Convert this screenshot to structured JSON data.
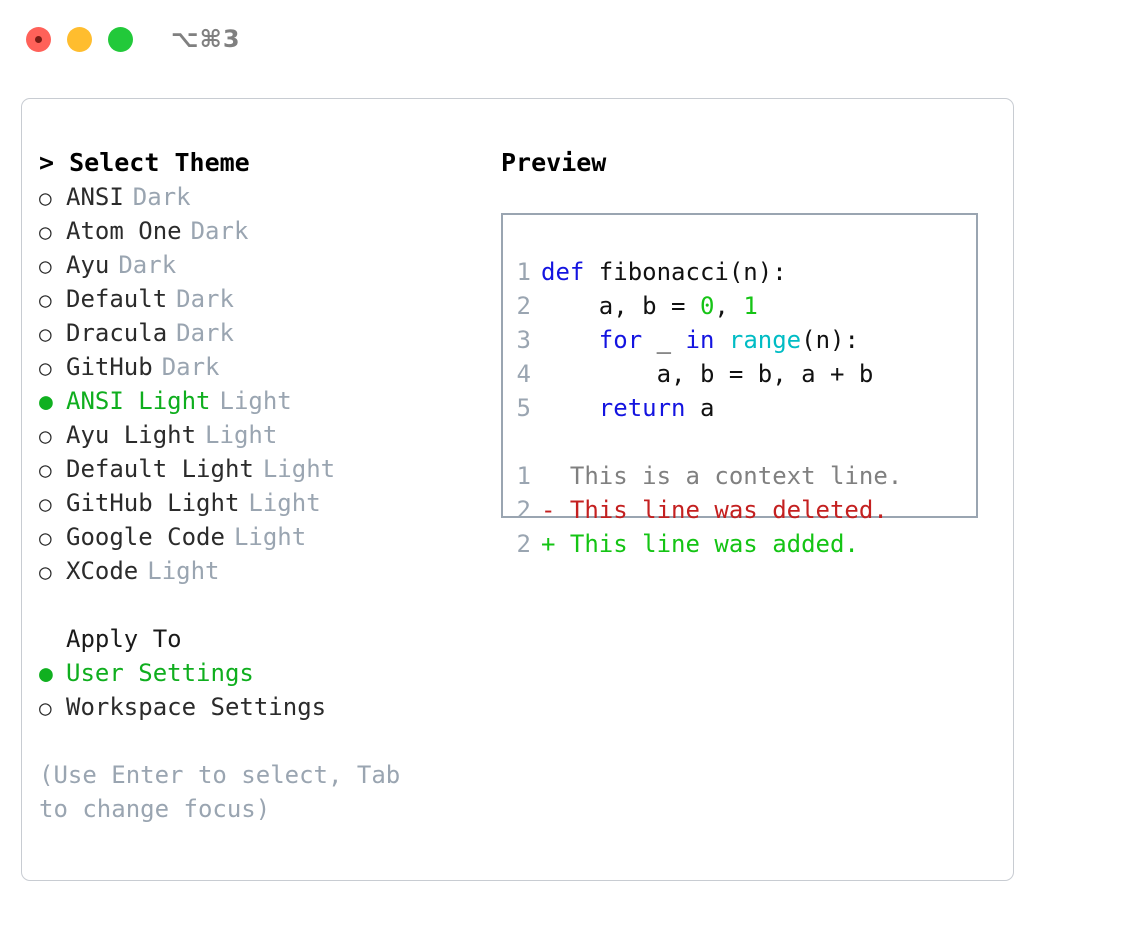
{
  "titlebar": {
    "shortcut": "⌥⌘3",
    "dots": [
      "close-red",
      "minimize-yellow",
      "maximize-green"
    ]
  },
  "theme_panel": {
    "heading": "> Select Theme",
    "items": [
      {
        "marker": "○",
        "label": "ANSI",
        "suffix": "Dark",
        "selected": false
      },
      {
        "marker": "○",
        "label": "Atom One",
        "suffix": "Dark",
        "selected": false
      },
      {
        "marker": "○",
        "label": "Ayu",
        "suffix": "Dark",
        "selected": false
      },
      {
        "marker": "○",
        "label": "Default",
        "suffix": "Dark",
        "selected": false
      },
      {
        "marker": "○",
        "label": "Dracula",
        "suffix": "Dark",
        "selected": false
      },
      {
        "marker": "○",
        "label": "GitHub",
        "suffix": "Dark",
        "selected": false
      },
      {
        "marker": "●",
        "label": "ANSI Light",
        "suffix": "Light",
        "selected": true
      },
      {
        "marker": "○",
        "label": "Ayu Light",
        "suffix": "Light",
        "selected": false
      },
      {
        "marker": "○",
        "label": "Default Light",
        "suffix": "Light",
        "selected": false
      },
      {
        "marker": "○",
        "label": "GitHub Light",
        "suffix": "Light",
        "selected": false
      },
      {
        "marker": "○",
        "label": "Google Code",
        "suffix": "Light",
        "selected": false
      },
      {
        "marker": "○",
        "label": "XCode",
        "suffix": "Light",
        "selected": false
      }
    ]
  },
  "apply_to": {
    "heading": "Apply To",
    "items": [
      {
        "marker": "●",
        "label": "User Settings",
        "selected": true
      },
      {
        "marker": "○",
        "label": "Workspace Settings",
        "selected": false
      }
    ]
  },
  "hint": "(Use Enter to select, Tab to change focus)",
  "preview": {
    "heading": "Preview",
    "code_lines": [
      {
        "no": "1",
        "tokens": [
          {
            "t": "def",
            "c": "kw"
          },
          {
            "t": " fibonacci(n):",
            "c": "plain"
          }
        ]
      },
      {
        "no": "2",
        "tokens": [
          {
            "t": "    a, b = ",
            "c": "plain"
          },
          {
            "t": "0",
            "c": "num"
          },
          {
            "t": ", ",
            "c": "plain"
          },
          {
            "t": "1",
            "c": "num"
          }
        ]
      },
      {
        "no": "3",
        "tokens": [
          {
            "t": "    ",
            "c": "plain"
          },
          {
            "t": "for",
            "c": "kw"
          },
          {
            "t": " _ ",
            "c": "plain"
          },
          {
            "t": "in",
            "c": "kw"
          },
          {
            "t": " ",
            "c": "plain"
          },
          {
            "t": "range",
            "c": "fn"
          },
          {
            "t": "(n):",
            "c": "plain"
          }
        ]
      },
      {
        "no": "4",
        "tokens": [
          {
            "t": "        a, b = b, a + b",
            "c": "plain"
          }
        ]
      },
      {
        "no": "5",
        "tokens": [
          {
            "t": "    ",
            "c": "plain"
          },
          {
            "t": "return",
            "c": "kw"
          },
          {
            "t": " a",
            "c": "plain"
          }
        ]
      }
    ],
    "diff_lines": [
      {
        "no": "1",
        "tokens": [
          {
            "t": "  This is a context line.",
            "c": "ctx"
          }
        ]
      },
      {
        "no": "2",
        "tokens": [
          {
            "t": "- This line was deleted.",
            "c": "del"
          }
        ]
      },
      {
        "no": "2",
        "tokens": [
          {
            "t": "+ This line was added.",
            "c": "add"
          }
        ]
      }
    ]
  },
  "colors": {
    "selected_green": "#0fae1e",
    "muted_gray": "#9aa5b1",
    "keyword_blue": "#1414e0",
    "function_cyan": "#00bcc4",
    "number_green": "#16c416",
    "diff_delete_red": "#c42020",
    "diff_add_green": "#14c414",
    "panel_border": "#c8ccd2"
  }
}
